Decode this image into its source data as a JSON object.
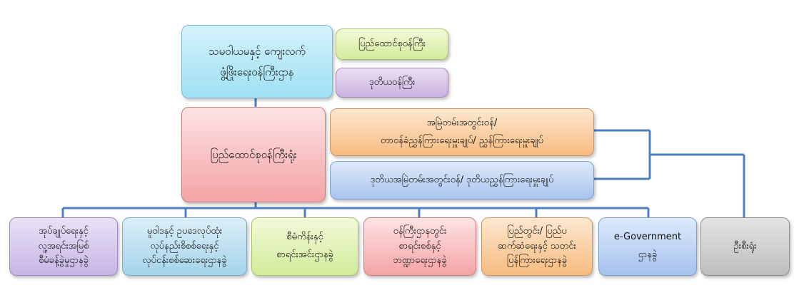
{
  "chart_data": {
    "type": "org-chart",
    "nodes": [
      {
        "id": "ministry",
        "lines": [
          "သမဝါယမနှင့် ကျေးလက်",
          "ဖွံ့ဖြိုးရေးဝန်ကြီးဌာန"
        ]
      },
      {
        "id": "union_minister",
        "lines": [
          "ပြည်ထောင်စုဝန်ကြီး"
        ]
      },
      {
        "id": "deputy_minister",
        "lines": [
          "ဒုတိယဝန်ကြီး"
        ]
      },
      {
        "id": "union_minister_office",
        "lines": [
          "ပြည်ထောင်စုဝန်ကြီးရုံး"
        ]
      },
      {
        "id": "permanent_secretary",
        "lines": [
          "အမြဲတမ်းအတွင်းဝန်/",
          "တာဝန်ခံညွှန်ကြားရေးမှူးချုပ်/ ညွှန်ကြားရေးမှူးချုပ်"
        ]
      },
      {
        "id": "deputy_permanent_secretary",
        "lines": [
          "ဒုတိယအမြဲတမ်းအတွင်းဝန်/ ဒုတိယညွှန်ကြားရေးမှူးချုပ်"
        ]
      },
      {
        "id": "dept_admin",
        "lines": [
          "အုပ်ချုပ်ရေးနှင့်",
          "လူ့အရင်းအမြစ်",
          "စီမံခန့်ခွဲမှုဌာနခွဲ"
        ]
      },
      {
        "id": "dept_policy",
        "lines": [
          "မူဝါဒနှင့် ဥပဒေလုပ်ထုံး",
          "လုပ်နည်းစိစစ်ရေးနှင့်",
          "လုပ်ငန်းစစ်ဆေးရေးဌာနခွဲ"
        ]
      },
      {
        "id": "dept_planning",
        "lines": [
          "စီမံကိန်းနှင့်",
          "စာရင်းအင်းဌာနခွဲ"
        ]
      },
      {
        "id": "dept_audit",
        "lines": [
          "ဝန်ကြီးဌာနတွင်း",
          "စာရင်းစစ်နှင့်",
          "ဘဏ္ဍာရေးဌာနခွဲ"
        ]
      },
      {
        "id": "dept_international",
        "lines": [
          "ပြည်တွင်း/ ပြည်ပ",
          "ဆက်ဆံရေးနှင့် သတင်း",
          "ပြန်ကြားရေးဌာနခွဲ"
        ]
      },
      {
        "id": "dept_egov",
        "lines": [
          "e-Government",
          "ဌာနခွဲ"
        ]
      },
      {
        "id": "head_office",
        "lines": [
          "ဦးစီးရုံး"
        ]
      }
    ]
  }
}
